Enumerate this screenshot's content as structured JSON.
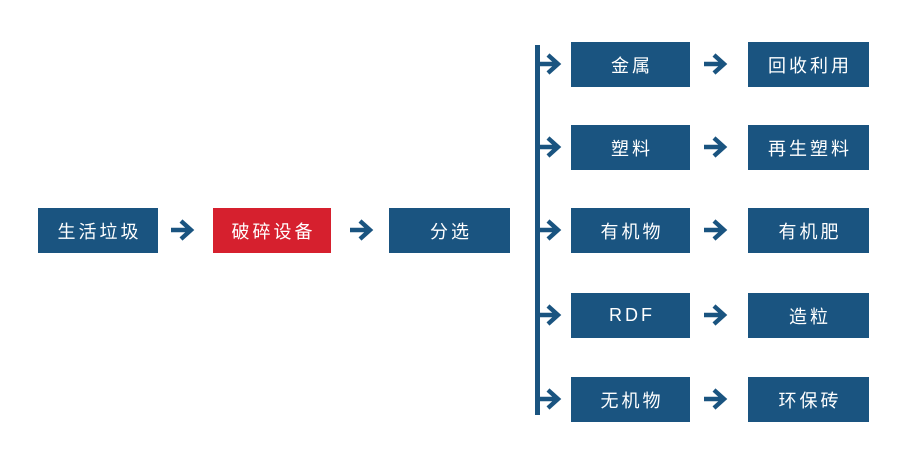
{
  "diagram": {
    "type": "flowchart",
    "colors": {
      "primary_blue": "#1A5480",
      "highlight_red": "#D6202E",
      "text_white": "#FFFFFF"
    },
    "icons": {
      "arrow": "arrow-right"
    },
    "main_flow": {
      "input_label": "生活垃圾",
      "process_label": "破碎设备",
      "sorting_label": "分选"
    },
    "branches": [
      {
        "source": "金属",
        "result": "回收利用"
      },
      {
        "source": "塑料",
        "result": "再生塑料"
      },
      {
        "source": "有机物",
        "result": "有机肥"
      },
      {
        "source": "RDF",
        "result": "造粒"
      },
      {
        "source": "无机物",
        "result": "环保砖"
      }
    ]
  }
}
